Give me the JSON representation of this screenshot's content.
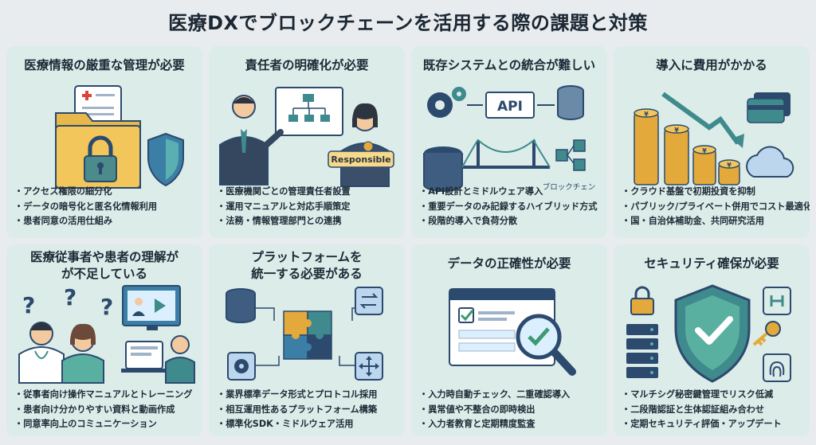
{
  "title": "医療DXでブロックチェーンを活用する際の課題と対策",
  "cards": [
    {
      "title_lines": [
        "医療情報の厳重な管理が必要"
      ],
      "items": [
        "アクセス権限の細分化",
        "データの暗号化と匿名化情報利用",
        "患者同意の活用仕組み"
      ]
    },
    {
      "title_lines": [
        "責任者の明確化が必要"
      ],
      "badge": "Responsible",
      "items": [
        "医療機関ごとの管理責任者設置",
        "運用マニュアルと対応手順策定",
        "法務・情報管理部門との連携"
      ]
    },
    {
      "title_lines": [
        "既存システムとの統合が難しい"
      ],
      "api_label": "API",
      "chain_label": "ブロックチェン",
      "items": [
        "API設計とミドルウェア導入",
        "重要データのみ記録するハイブリッド方式",
        "段階的導入で負荷分散"
      ]
    },
    {
      "title_lines": [
        "導入に費用がかかる"
      ],
      "coin_symbol": "¥",
      "items": [
        "クラウド基盤で初期投資を抑制",
        "パブリック/プライベート併用でコスト最適化",
        "国・自治体補助金、共同研究活用"
      ]
    },
    {
      "title_lines": [
        "医療従事者や患者の理解が",
        "が不足している"
      ],
      "items": [
        "従事者向け操作マニュアルとトレーニング",
        "患者向け分かりやすい資料と動画作成",
        "同意率向上のコミュニケーション"
      ]
    },
    {
      "title_lines": [
        "プラットフォームを",
        "統一する必要がある"
      ],
      "items": [
        "業界標準データ形式とプロトコル採用",
        "相互運用性あるプラットフォーム構築",
        "標準化SDK・ミドルウェア活用"
      ]
    },
    {
      "title_lines": [
        "データの正確性が必要"
      ],
      "items": [
        "入力時自動チェック、二重確認導入",
        "異常値や不整合の即時検出",
        "入力者教育と定期精度監査"
      ]
    },
    {
      "title_lines": [
        "セキュリティ確保が必要"
      ],
      "items": [
        "マルチシグ秘密鍵管理でリスク低減",
        "二段階認証と生体認証組み合わせ",
        "定期セキュリティ評価・アップデート"
      ]
    }
  ],
  "colors": {
    "card_bg": "#dcece9",
    "navy": "#2c4a6e",
    "teal": "#3f8a8c",
    "gold": "#e3a93a",
    "green": "#3e9a72",
    "red": "#d9453b"
  }
}
